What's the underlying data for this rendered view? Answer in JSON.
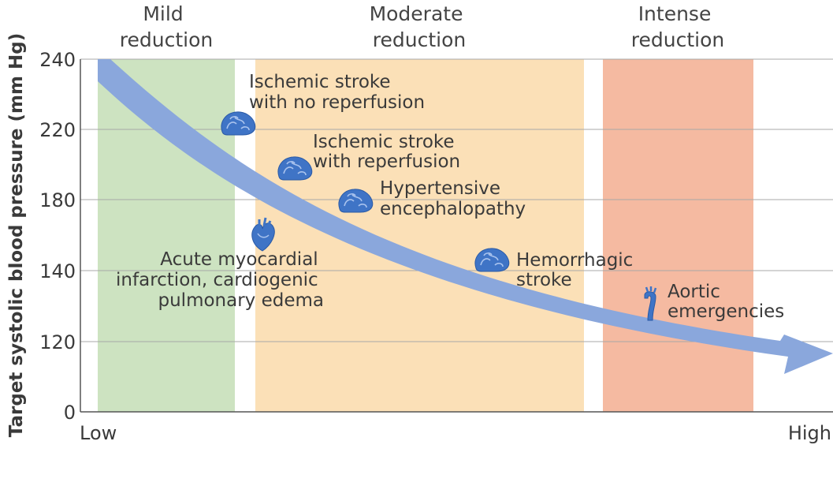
{
  "chart_data": {
    "type": "diagram",
    "ylabel": "Target systolic blood pressure (mm Hg)",
    "y_ticks": [
      "240",
      "220",
      "180",
      "140",
      "120",
      "0"
    ],
    "x_ticks": [
      "Low",
      "High"
    ],
    "grid": true,
    "zones": [
      {
        "name": "Mild reduction",
        "label_lines": [
          "Mild",
          "reduction"
        ],
        "color": "#cde3c1"
      },
      {
        "name": "Moderate reduction",
        "label_lines": [
          "Moderate",
          "reduction"
        ],
        "color": "#fbe0b7"
      },
      {
        "name": "Intense reduction",
        "label_lines": [
          "Intense",
          "reduction"
        ],
        "color": "#f5baa1"
      }
    ],
    "arrow_color": "#8aa7dc",
    "conditions": [
      {
        "label_lines": [
          "Ischemic stroke",
          "with no reperfusion"
        ],
        "icon": "brain-icon"
      },
      {
        "label_lines": [
          "Ischemic stroke",
          "with reperfusion"
        ],
        "icon": "brain-icon"
      },
      {
        "label_lines": [
          "Hypertensive",
          "encephalopathy"
        ],
        "icon": "brain-icon"
      },
      {
        "label_lines": [
          "Acute myocardial",
          "infarction, cardiogenic",
          "pulmonary edema"
        ],
        "icon": "heart-icon"
      },
      {
        "label_lines": [
          "Hemorrhagic",
          "stroke"
        ],
        "icon": "brain-icon"
      },
      {
        "label_lines": [
          "Aortic",
          "emergencies"
        ],
        "icon": "aorta-icon"
      }
    ]
  }
}
